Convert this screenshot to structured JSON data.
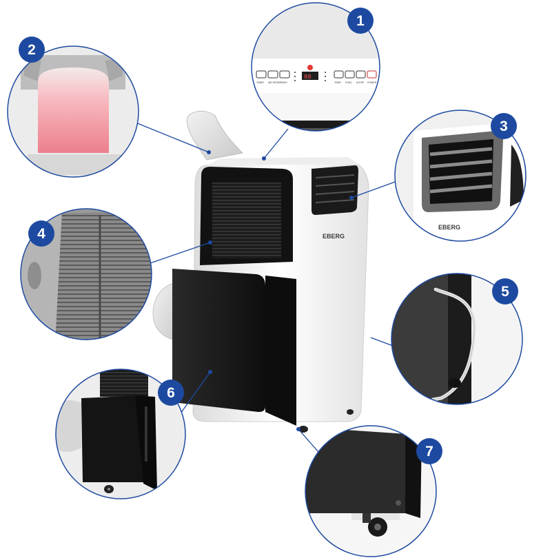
{
  "brand": "EBERG",
  "panel": {
    "display": "88",
    "left_labels": [
      "TIMER",
      "AIR SPEED",
      "TEMP+"
    ],
    "right_labels": [
      "TEMP-",
      "FUNC",
      "SLEEP",
      "POWER"
    ]
  },
  "badges": [
    "1",
    "2",
    "3",
    "4",
    "5",
    "6",
    "7"
  ],
  "colors": {
    "badge": "#1d4aa0",
    "ring": "#1d4aa0",
    "unit_body": "#f4f4f4",
    "unit_black": "#131313"
  }
}
